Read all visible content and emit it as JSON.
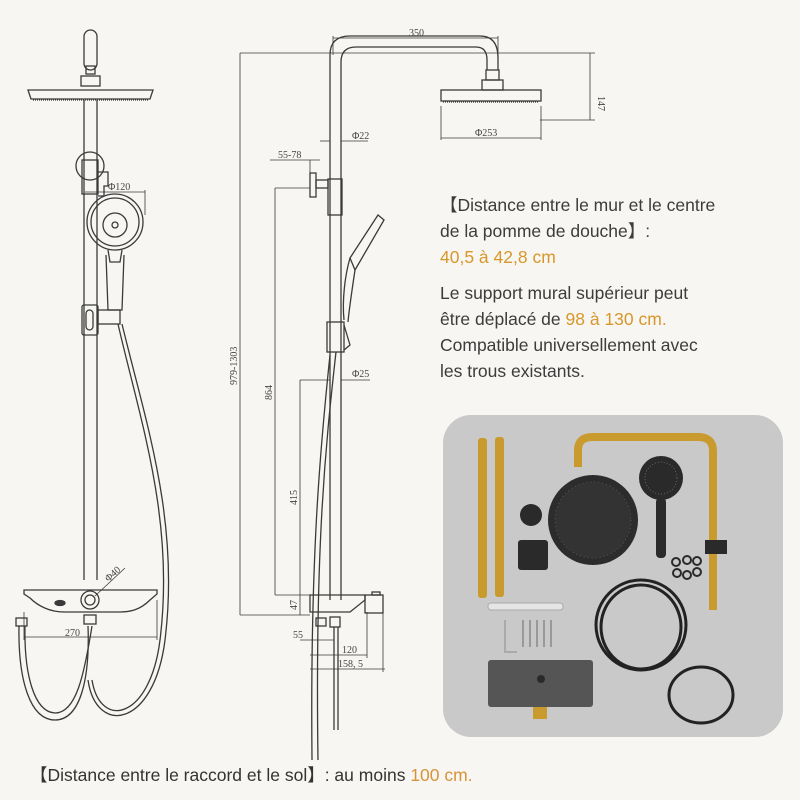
{
  "colors": {
    "background": "#f7f6f2",
    "text": "#3c3c3c",
    "accent": "#d8972b",
    "line": "#3a3a3a",
    "photo_panel": "#c9c9c9",
    "gold": "#c99a2e",
    "black_metal": "#2a2a2a"
  },
  "front_view": {
    "dimensions": {
      "hand_shower_diameter": "Φ120",
      "valve_diameter": "Φ40",
      "bar_width": "270"
    }
  },
  "side_view": {
    "dimensions": {
      "arm_reach": "350",
      "head_height": "147",
      "head_diameter": "Φ253",
      "pipe_diameter_top": "Φ22",
      "wall_bracket_offset": "55-78",
      "pipe_diameter_lower": "Φ25",
      "total_height": "979-1303",
      "bracket_height": "864",
      "lower_section": "415",
      "valve_height": "47",
      "inlet_spacing": "55",
      "valve_depth": "120",
      "shelf_depth": "158, 5"
    }
  },
  "info": {
    "distance_title_line1": "【Distance entre le mur et le centre",
    "distance_title_line2": "de la pomme de douche】:",
    "distance_value": "40,5 à 42,8 cm",
    "support_line1": "Le support mural supérieur peut",
    "support_line2_prefix": "être déplacé de ",
    "support_line2_value": "98 à 130 cm.",
    "compat_line1": "Compatible universellement avec",
    "compat_line2": "les trous existants."
  },
  "footer": {
    "prefix": "【Distance entre le raccord et le sol】: au moins ",
    "value": "100 cm."
  },
  "photo": {
    "caption": "product-components-photo"
  }
}
